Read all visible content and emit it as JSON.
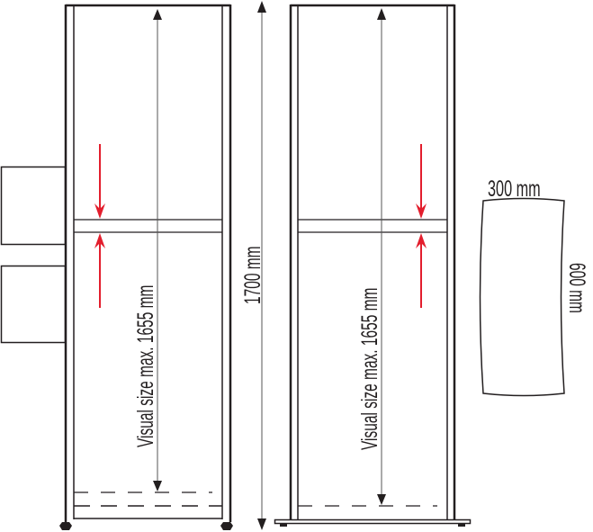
{
  "diagram": {
    "left_stand": {
      "visual_size_label": "Visual size max. 1655 mm"
    },
    "overall_height": {
      "label": "1700 mm"
    },
    "right_stand": {
      "visual_size_label": "Visual size max. 1655 mm"
    },
    "base_plate": {
      "width_label": "300 mm",
      "height_label": "600 mm"
    },
    "colors": {
      "line": "#231f20",
      "dimension_line": "#555555",
      "red_arrow": "#e31e2d"
    }
  }
}
